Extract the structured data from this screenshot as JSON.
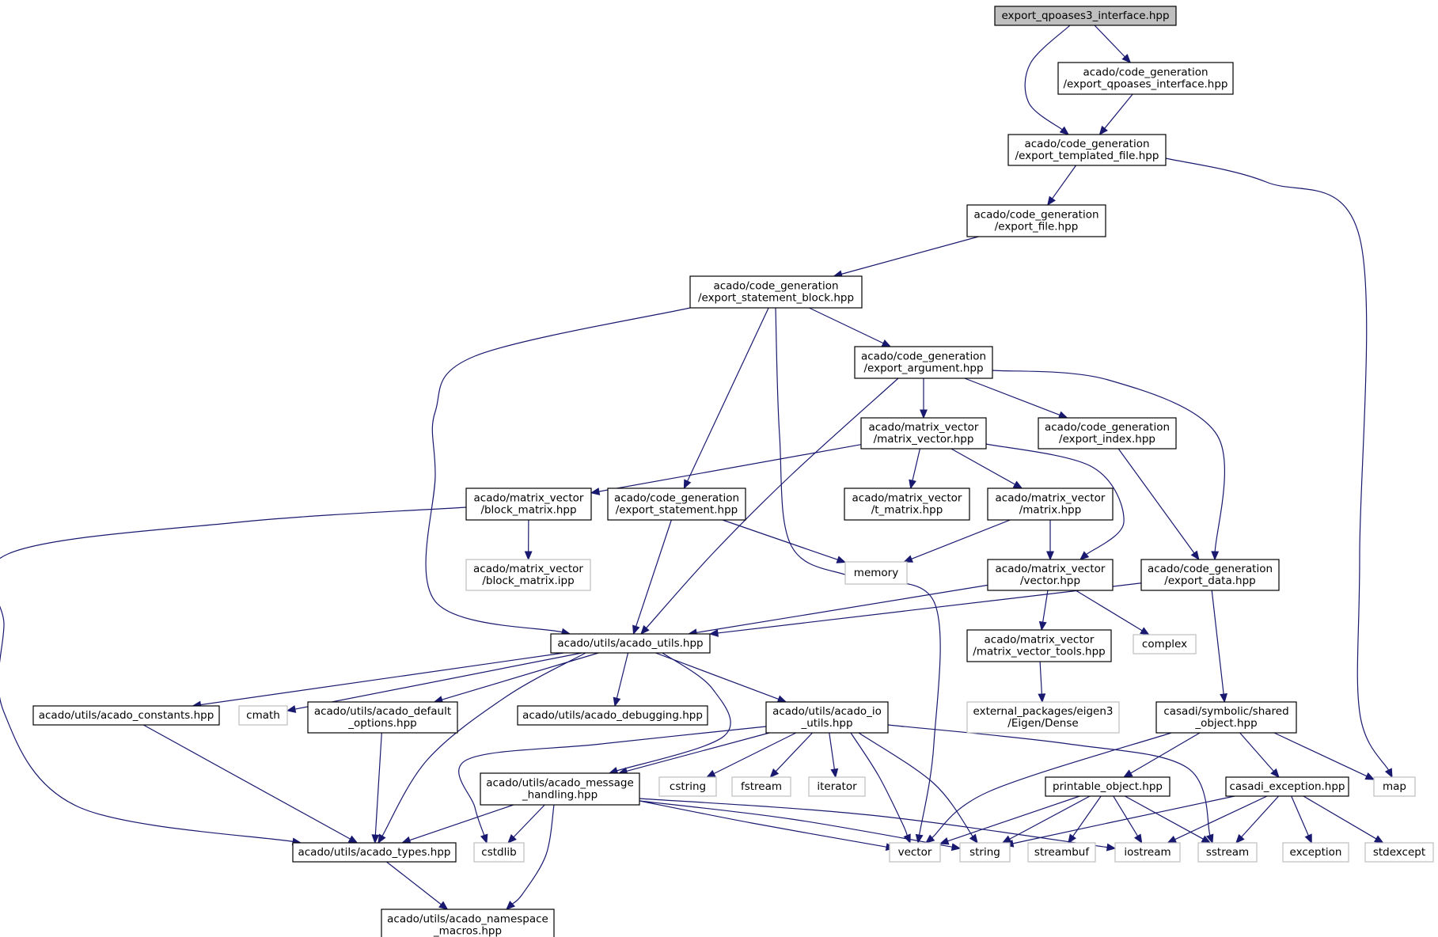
{
  "nodes": [
    {
      "id": "root",
      "lines": [
        "export_qpoases3_interface.hpp"
      ],
      "kind": "root"
    },
    {
      "id": "qpoases_interface",
      "lines": [
        "acado/code_generation",
        "/export_qpoases_interface.hpp"
      ],
      "kind": "internal"
    },
    {
      "id": "templated_file",
      "lines": [
        "acado/code_generation",
        "/export_templated_file.hpp"
      ],
      "kind": "internal"
    },
    {
      "id": "export_file",
      "lines": [
        "acado/code_generation",
        "/export_file.hpp"
      ],
      "kind": "internal"
    },
    {
      "id": "statement_block",
      "lines": [
        "acado/code_generation",
        "/export_statement_block.hpp"
      ],
      "kind": "internal"
    },
    {
      "id": "export_argument",
      "lines": [
        "acado/code_generation",
        "/export_argument.hpp"
      ],
      "kind": "internal"
    },
    {
      "id": "matrix_vector",
      "lines": [
        "acado/matrix_vector",
        "/matrix_vector.hpp"
      ],
      "kind": "internal"
    },
    {
      "id": "export_index",
      "lines": [
        "acado/code_generation",
        "/export_index.hpp"
      ],
      "kind": "internal"
    },
    {
      "id": "block_matrix",
      "lines": [
        "acado/matrix_vector",
        "/block_matrix.hpp"
      ],
      "kind": "internal"
    },
    {
      "id": "export_statement",
      "lines": [
        "acado/code_generation",
        "/export_statement.hpp"
      ],
      "kind": "internal"
    },
    {
      "id": "t_matrix",
      "lines": [
        "acado/matrix_vector",
        "/t_matrix.hpp"
      ],
      "kind": "internal"
    },
    {
      "id": "matrix",
      "lines": [
        "acado/matrix_vector",
        "/matrix.hpp"
      ],
      "kind": "internal"
    },
    {
      "id": "block_matrix_ipp",
      "lines": [
        "acado/matrix_vector",
        "/block_matrix.ipp"
      ],
      "kind": "external"
    },
    {
      "id": "memory",
      "lines": [
        "memory"
      ],
      "kind": "external"
    },
    {
      "id": "vector_hpp",
      "lines": [
        "acado/matrix_vector",
        "/vector.hpp"
      ],
      "kind": "internal"
    },
    {
      "id": "export_data",
      "lines": [
        "acado/code_generation",
        "/export_data.hpp"
      ],
      "kind": "internal"
    },
    {
      "id": "acado_utils",
      "lines": [
        "acado/utils/acado_utils.hpp"
      ],
      "kind": "internal"
    },
    {
      "id": "mv_tools",
      "lines": [
        "acado/matrix_vector",
        "/matrix_vector_tools.hpp"
      ],
      "kind": "internal"
    },
    {
      "id": "complex",
      "lines": [
        "complex"
      ],
      "kind": "external"
    },
    {
      "id": "constants",
      "lines": [
        "acado/utils/acado_constants.hpp"
      ],
      "kind": "internal"
    },
    {
      "id": "cmath",
      "lines": [
        "cmath"
      ],
      "kind": "external"
    },
    {
      "id": "default_options",
      "lines": [
        "acado/utils/acado_default",
        "_options.hpp"
      ],
      "kind": "internal"
    },
    {
      "id": "debugging",
      "lines": [
        "acado/utils/acado_debugging.hpp"
      ],
      "kind": "internal"
    },
    {
      "id": "io_utils",
      "lines": [
        "acado/utils/acado_io",
        "_utils.hpp"
      ],
      "kind": "internal"
    },
    {
      "id": "eigen_dense",
      "lines": [
        "external_packages/eigen3",
        "/Eigen/Dense"
      ],
      "kind": "external"
    },
    {
      "id": "shared_object",
      "lines": [
        "casadi/symbolic/shared",
        "_object.hpp"
      ],
      "kind": "internal"
    },
    {
      "id": "message_handling",
      "lines": [
        "acado/utils/acado_message",
        "_handling.hpp"
      ],
      "kind": "internal"
    },
    {
      "id": "cstring",
      "lines": [
        "cstring"
      ],
      "kind": "external"
    },
    {
      "id": "fstream",
      "lines": [
        "fstream"
      ],
      "kind": "external"
    },
    {
      "id": "iterator",
      "lines": [
        "iterator"
      ],
      "kind": "external"
    },
    {
      "id": "printable_object",
      "lines": [
        "printable_object.hpp"
      ],
      "kind": "internal"
    },
    {
      "id": "casadi_exception",
      "lines": [
        "casadi_exception.hpp"
      ],
      "kind": "internal"
    },
    {
      "id": "map",
      "lines": [
        "map"
      ],
      "kind": "external"
    },
    {
      "id": "acado_types",
      "lines": [
        "acado/utils/acado_types.hpp"
      ],
      "kind": "internal"
    },
    {
      "id": "cstdlib",
      "lines": [
        "cstdlib"
      ],
      "kind": "external"
    },
    {
      "id": "vector",
      "lines": [
        "vector"
      ],
      "kind": "external"
    },
    {
      "id": "string",
      "lines": [
        "string"
      ],
      "kind": "external"
    },
    {
      "id": "streambuf",
      "lines": [
        "streambuf"
      ],
      "kind": "external"
    },
    {
      "id": "iostream",
      "lines": [
        "iostream"
      ],
      "kind": "external"
    },
    {
      "id": "sstream",
      "lines": [
        "sstream"
      ],
      "kind": "external"
    },
    {
      "id": "exception",
      "lines": [
        "exception"
      ],
      "kind": "external"
    },
    {
      "id": "stdexcept",
      "lines": [
        "stdexcept"
      ],
      "kind": "external"
    },
    {
      "id": "namespace_macros",
      "lines": [
        "acado/utils/acado_namespace",
        "_macros.hpp"
      ],
      "kind": "internal"
    }
  ],
  "edges": [
    {
      "from": "root",
      "to": "qpoases_interface"
    },
    {
      "from": "root",
      "to": "templated_file"
    },
    {
      "from": "qpoases_interface",
      "to": "templated_file"
    },
    {
      "from": "templated_file",
      "to": "export_file"
    },
    {
      "from": "templated_file",
      "to": "map"
    },
    {
      "from": "export_file",
      "to": "statement_block"
    },
    {
      "from": "statement_block",
      "to": "export_argument"
    },
    {
      "from": "statement_block",
      "to": "export_statement"
    },
    {
      "from": "statement_block",
      "to": "acado_utils"
    },
    {
      "from": "statement_block",
      "to": "vector"
    },
    {
      "from": "export_argument",
      "to": "matrix_vector"
    },
    {
      "from": "export_argument",
      "to": "export_index"
    },
    {
      "from": "export_argument",
      "to": "export_data"
    },
    {
      "from": "export_argument",
      "to": "acado_utils"
    },
    {
      "from": "matrix_vector",
      "to": "block_matrix"
    },
    {
      "from": "matrix_vector",
      "to": "t_matrix"
    },
    {
      "from": "matrix_vector",
      "to": "matrix"
    },
    {
      "from": "matrix_vector",
      "to": "vector_hpp"
    },
    {
      "from": "export_index",
      "to": "export_data"
    },
    {
      "from": "block_matrix",
      "to": "block_matrix_ipp"
    },
    {
      "from": "block_matrix",
      "to": "acado_types"
    },
    {
      "from": "export_statement",
      "to": "memory"
    },
    {
      "from": "export_statement",
      "to": "acado_utils"
    },
    {
      "from": "matrix",
      "to": "memory"
    },
    {
      "from": "matrix",
      "to": "vector_hpp"
    },
    {
      "from": "vector_hpp",
      "to": "acado_utils"
    },
    {
      "from": "vector_hpp",
      "to": "mv_tools"
    },
    {
      "from": "vector_hpp",
      "to": "complex"
    },
    {
      "from": "export_data",
      "to": "acado_utils"
    },
    {
      "from": "export_data",
      "to": "shared_object"
    },
    {
      "from": "mv_tools",
      "to": "eigen_dense"
    },
    {
      "from": "acado_utils",
      "to": "constants"
    },
    {
      "from": "acado_utils",
      "to": "cmath"
    },
    {
      "from": "acado_utils",
      "to": "default_options"
    },
    {
      "from": "acado_utils",
      "to": "debugging"
    },
    {
      "from": "acado_utils",
      "to": "io_utils"
    },
    {
      "from": "acado_utils",
      "to": "message_handling"
    },
    {
      "from": "acado_utils",
      "to": "acado_types"
    },
    {
      "from": "constants",
      "to": "acado_types"
    },
    {
      "from": "default_options",
      "to": "acado_types"
    },
    {
      "from": "io_utils",
      "to": "message_handling"
    },
    {
      "from": "io_utils",
      "to": "cstring"
    },
    {
      "from": "io_utils",
      "to": "fstream"
    },
    {
      "from": "io_utils",
      "to": "iterator"
    },
    {
      "from": "io_utils",
      "to": "cstdlib"
    },
    {
      "from": "io_utils",
      "to": "vector"
    },
    {
      "from": "io_utils",
      "to": "string"
    },
    {
      "from": "io_utils",
      "to": "sstream"
    },
    {
      "from": "message_handling",
      "to": "acado_types"
    },
    {
      "from": "message_handling",
      "to": "cstdlib"
    },
    {
      "from": "message_handling",
      "to": "namespace_macros"
    },
    {
      "from": "message_handling",
      "to": "vector"
    },
    {
      "from": "message_handling",
      "to": "string"
    },
    {
      "from": "message_handling",
      "to": "iostream"
    },
    {
      "from": "acado_types",
      "to": "namespace_macros"
    },
    {
      "from": "shared_object",
      "to": "printable_object"
    },
    {
      "from": "shared_object",
      "to": "casadi_exception"
    },
    {
      "from": "shared_object",
      "to": "map"
    },
    {
      "from": "shared_object",
      "to": "vector"
    },
    {
      "from": "printable_object",
      "to": "vector"
    },
    {
      "from": "printable_object",
      "to": "string"
    },
    {
      "from": "printable_object",
      "to": "streambuf"
    },
    {
      "from": "printable_object",
      "to": "iostream"
    },
    {
      "from": "printable_object",
      "to": "sstream"
    },
    {
      "from": "casadi_exception",
      "to": "string"
    },
    {
      "from": "casadi_exception",
      "to": "iostream"
    },
    {
      "from": "casadi_exception",
      "to": "sstream"
    },
    {
      "from": "casadi_exception",
      "to": "exception"
    },
    {
      "from": "casadi_exception",
      "to": "stdexcept"
    }
  ]
}
